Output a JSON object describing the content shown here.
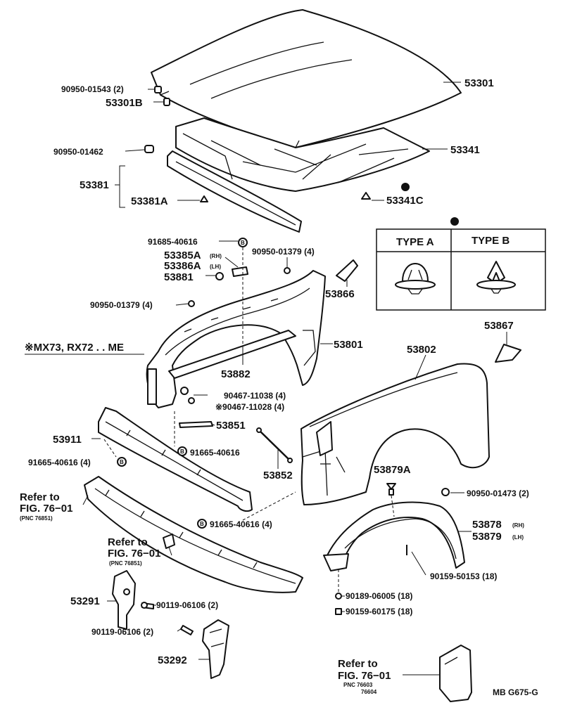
{
  "labels": {
    "p53301": "53301",
    "p90950_01543": "90950-01543 (2)",
    "p53301B": "53301B",
    "p90950_01462": "90950-01462",
    "p53341": "53341",
    "p53381": "53381",
    "p53381A": "53381A",
    "p53341C": "53341C",
    "p91685_40616": "91685-40616",
    "p53385A": "53385A",
    "p53385A_sub": "(RH)",
    "p53386A": "53386A",
    "p53386A_sub": "(LH)",
    "p53881": "53881",
    "p90950_01379_a": "90950-01379 (4)",
    "p90950_01379_b": "90950-01379 (4)",
    "p53866": "53866",
    "p53867": "53867",
    "model_note": "※MX73, RX72 . . ME",
    "p53801": "53801",
    "p53802": "53802",
    "p53882": "53882",
    "p90467_11038": "90467-11038 (4)",
    "p90467_11028": "※90467-11028 (4)",
    "p53851": "53851",
    "p53911": "53911",
    "p91665_40616_a": "91665-40616",
    "p91665_40616_b": "91665-40616 (4)",
    "p91665_40616_c": "91665-40616 (4)",
    "p53852": "53852",
    "p53879A": "53879A",
    "p90950_01473": "90950-01473 (2)",
    "p53878": "53878",
    "p53878_sub": "(RH)",
    "p53879": "53879",
    "p53879_sub": "(LH)",
    "p90159_50153": "90159-50153 (18)",
    "p90189_06005": "90189-06005 (18)",
    "p90159_60175": "90159-60175 (18)",
    "p53291": "53291",
    "p90119_06106_a": "90119-06106 (2)",
    "p90119_06106_b": "90119-06106 (2)",
    "p53292": "53292",
    "ref1_line1": "Refer to",
    "ref1_line2": "FIG. 76−01",
    "ref1_line3": "(PNC 76851)",
    "ref2_line1": "Refer to",
    "ref2_line2": "FIG. 76−01",
    "ref2_line3": "(PNC 76851)",
    "ref3_line1": "Refer to",
    "ref3_line2": "FIG. 76−01",
    "ref3_line3": "PNC 76603",
    "ref3_line4": "76604",
    "figure_code": "MB G675-G"
  },
  "clip_types": {
    "type_a": "TYPE A",
    "type_b": "TYPE B"
  },
  "marker_letter": "B"
}
